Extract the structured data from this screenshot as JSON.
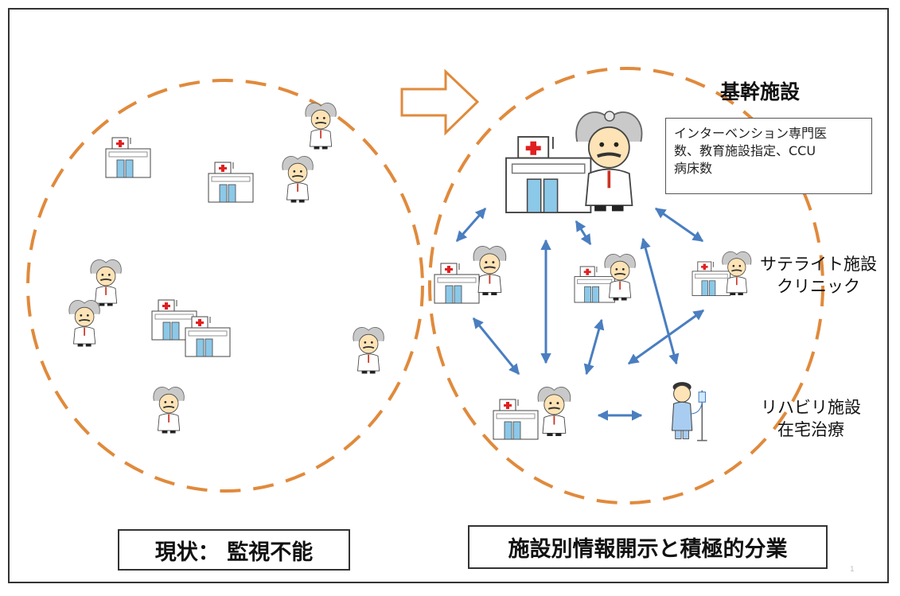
{
  "core_facility": {
    "title": "基幹施設",
    "info_lines": [
      "インターベンション専門医",
      "数、教育施設指定、CCU",
      "病床数"
    ]
  },
  "satellite": {
    "lines": [
      "サテライト施設",
      "クリニック"
    ]
  },
  "rehab": {
    "lines": [
      "リハビリ施設",
      "在宅治療"
    ]
  },
  "captions": {
    "left": "現状： 監視不能",
    "right": "施設別情報開示と積極的分業"
  },
  "page_number": "1",
  "colors": {
    "circle_dash": "#e08a3c",
    "arrow": "#4a7ec0",
    "hollow_arrow": "#e08a3c",
    "hospital_cross": "#e02020",
    "hospital_window": "#8cc8e8"
  },
  "icons": [
    "hospital-icon",
    "doctor-icon",
    "patient-icon"
  ]
}
